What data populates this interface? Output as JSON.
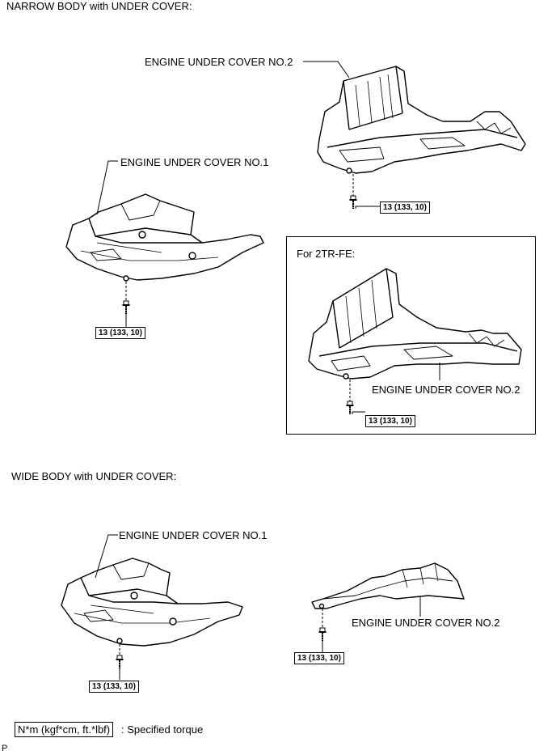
{
  "sections": {
    "narrow": {
      "title": "NARROW BODY with UNDER COVER:"
    },
    "wide": {
      "title": "WIDE BODY with UNDER COVER:"
    }
  },
  "labels": {
    "narrow_cover2": "ENGINE UNDER COVER NO.2",
    "narrow_cover1": "ENGINE UNDER COVER NO.1",
    "inset_title": "For 2TR-FE:",
    "inset_cover2": "ENGINE UNDER COVER NO.2",
    "wide_cover1": "ENGINE UNDER COVER NO.1",
    "wide_cover2": "ENGINE UNDER COVER NO.2"
  },
  "torque": {
    "narrow_cover2": "13 (133, 10)",
    "narrow_cover1": "13 (133, 10)",
    "inset_cover2": "13 (133, 10)",
    "wide_cover1": "13 (133, 10)",
    "wide_cover2": "13 (133, 10)"
  },
  "legend": {
    "unit": "N*m (kgf*cm, ft.*lbf)",
    "description": ": Specified torque"
  },
  "corner_mark": "P"
}
